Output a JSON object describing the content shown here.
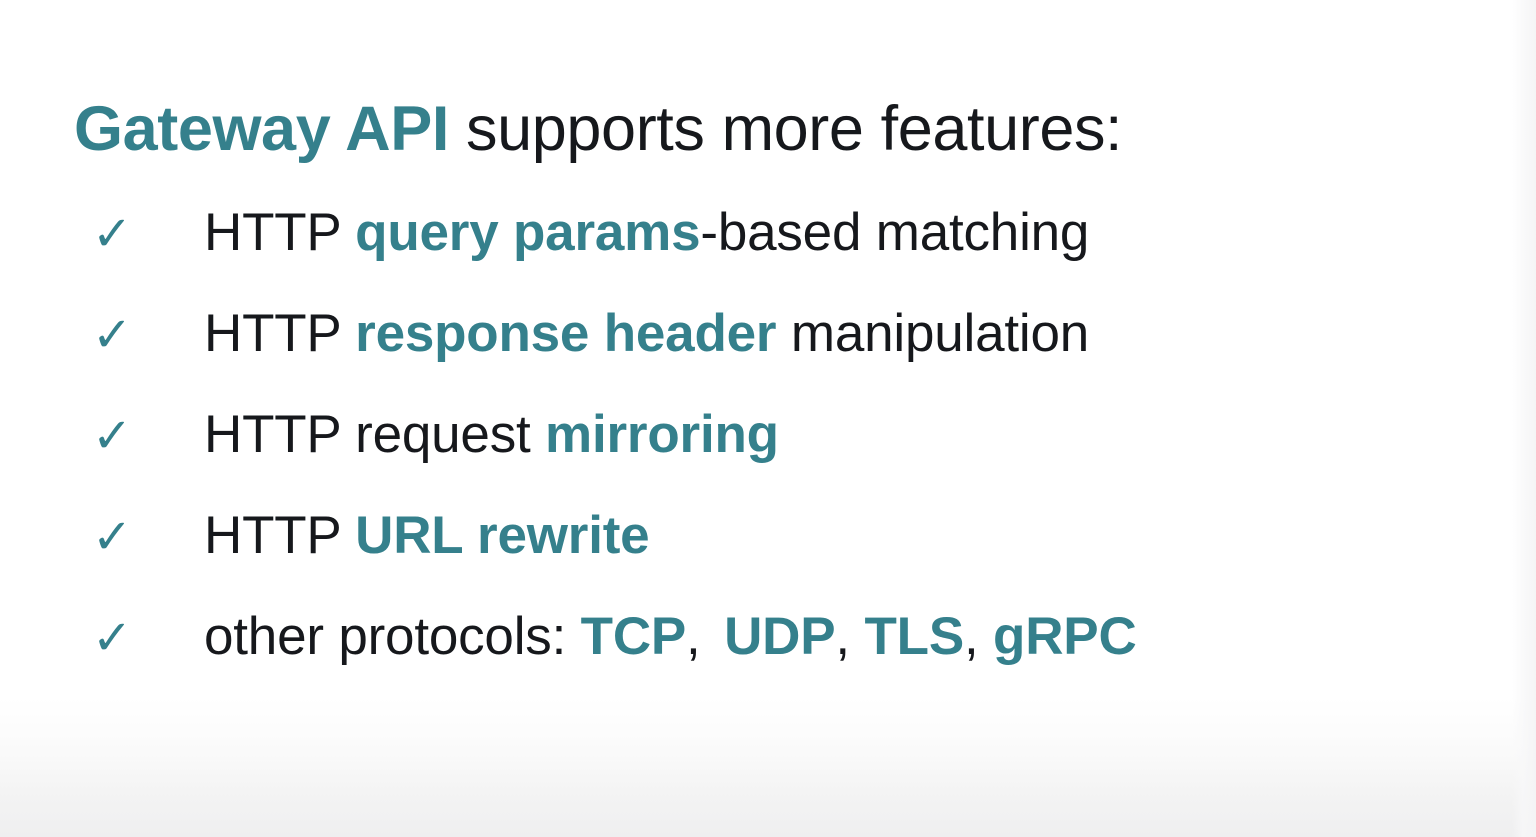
{
  "slide": {
    "title": {
      "brand": "Gateway API",
      "rest": " supports more features:"
    },
    "colors": {
      "accent_teal": "#35808c",
      "text_black": "#16181c",
      "background": "#ffffff",
      "bottom_fade": "#efeff0"
    },
    "check_icon_glyph": "✓",
    "features": [
      {
        "icon": "check-icon",
        "segments": [
          {
            "text": "HTTP ",
            "style": "plain"
          },
          {
            "text": "query params",
            "style": "highlight"
          },
          {
            "text": "-based matching",
            "style": "plain"
          }
        ],
        "plain_text": "HTTP query params-based matching"
      },
      {
        "icon": "check-icon",
        "segments": [
          {
            "text": "HTTP ",
            "style": "plain"
          },
          {
            "text": "response header",
            "style": "highlight"
          },
          {
            "text": " manipulation",
            "style": "plain"
          }
        ],
        "plain_text": "HTTP response header manipulation"
      },
      {
        "icon": "check-icon",
        "segments": [
          {
            "text": "HTTP request ",
            "style": "plain"
          },
          {
            "text": "mirroring",
            "style": "highlight"
          }
        ],
        "plain_text": "HTTP request mirroring"
      },
      {
        "icon": "check-icon",
        "segments": [
          {
            "text": "HTTP ",
            "style": "plain"
          },
          {
            "text": "URL rewrite",
            "style": "highlight"
          }
        ],
        "plain_text": "HTTP URL rewrite"
      },
      {
        "icon": "check-icon",
        "segments": [
          {
            "text": "other protocols: ",
            "style": "plain"
          },
          {
            "text": "TCP",
            "style": "highlight"
          },
          {
            "text": ", ",
            "style": "plain"
          },
          {
            "text": "UDP",
            "style": "highlight"
          },
          {
            "text": ", ",
            "style": "plain"
          },
          {
            "text": "TLS",
            "style": "highlight"
          },
          {
            "text": ", ",
            "style": "plain"
          },
          {
            "text": "gRPC",
            "style": "highlight"
          }
        ],
        "plain_text": "other protocols: TCP, UDP, TLS, gRPC"
      }
    ]
  }
}
